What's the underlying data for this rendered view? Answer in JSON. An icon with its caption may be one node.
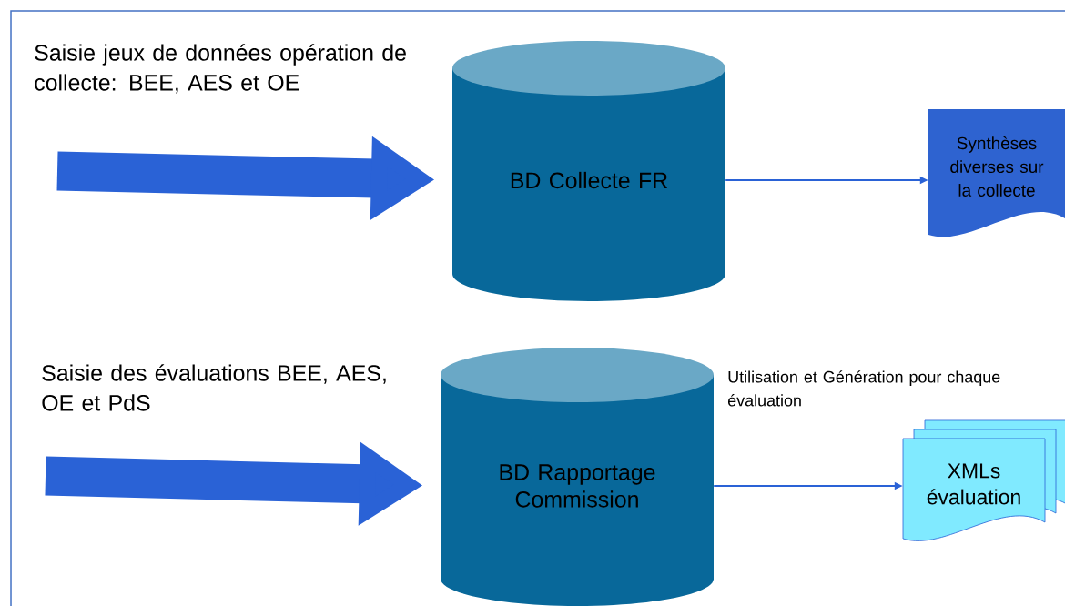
{
  "diagram": {
    "nodes": [
      {
        "text": [
          "BD Collecte FR"
        ]
      },
      {
        "text": [
          "Synthèses diverses sur la collecte"
        ]
      },
      {
        "text": [
          "BD Rapportage Commission"
        ]
      },
      {
        "text": [
          "XMLs évaluation"
        ]
      }
    ],
    "edges": [
      {
        "from": null,
        "to": 0,
        "arrow": "to",
        "style": "thick"
      },
      {
        "from": 0,
        "to": 1,
        "arrow": "to"
      },
      {
        "from": null,
        "to": 2,
        "arrow": "to",
        "style": "thick"
      },
      {
        "from": 2,
        "to": 3,
        "arrow": "to",
        "label": "Utilisation et Génération pour chaque évaluation"
      }
    ],
    "labels": [
      "Saisie jeux de données opération de collecte: BEE, AES et OE",
      "Saisie des évaluations BEE, AES, OE et PdS"
    ]
  }
}
